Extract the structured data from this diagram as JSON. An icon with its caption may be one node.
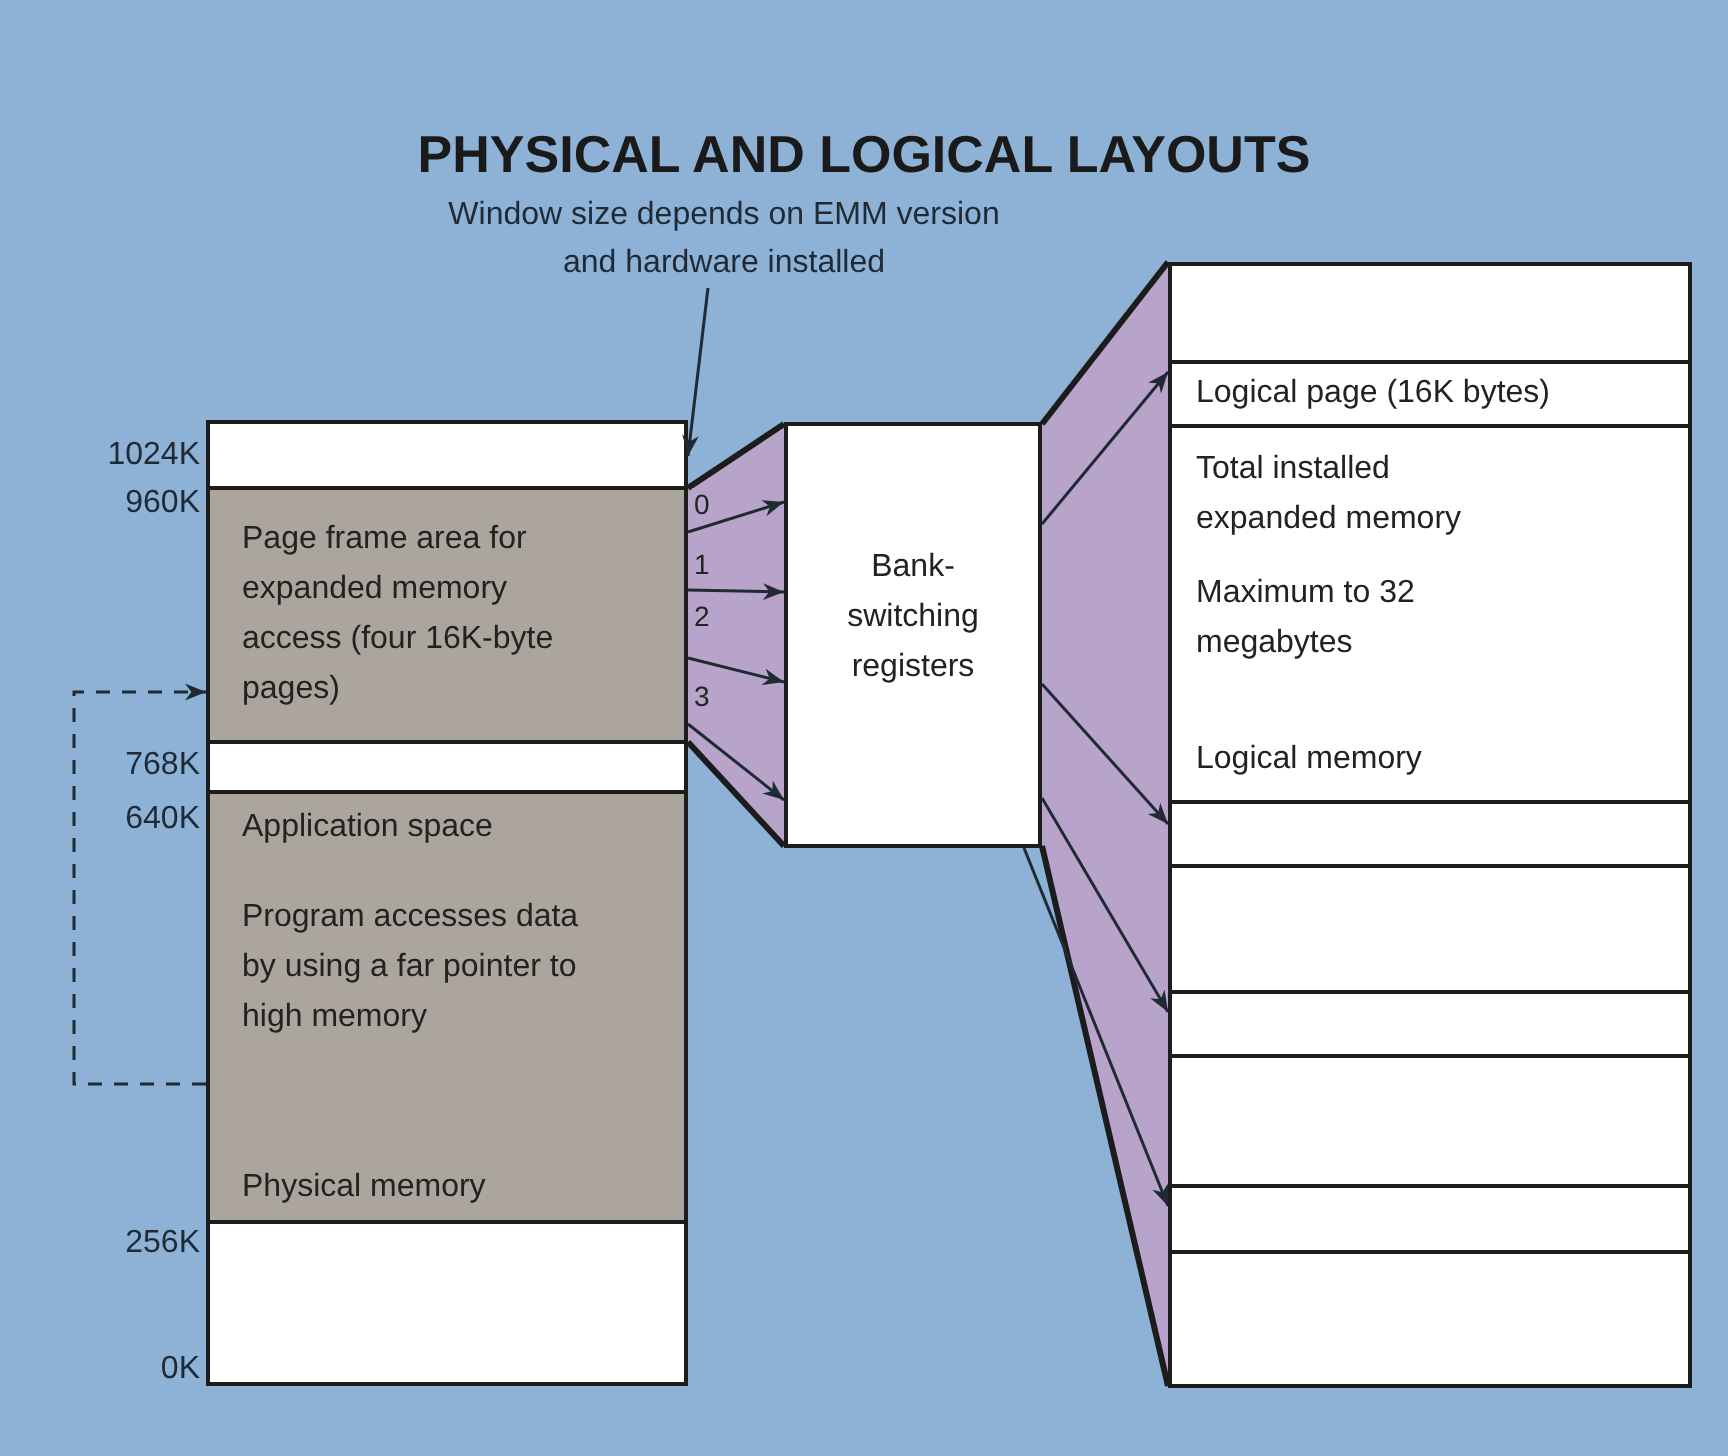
{
  "diagram": {
    "title": "PHYSICAL AND LOGICAL LAYOUTS",
    "nodes": [
      {
        "text": [
          "Window size depends on EMM version and hardware installed"
        ]
      },
      {
        "text": [],
        "shape": "box"
      },
      {
        "text": [
          "Page frame area for expanded memory access (four 16K-byte pages)"
        ]
      },
      {
        "text": [],
        "shape": "box"
      },
      {
        "text": [
          "Application space",
          "Program accesses data by using a far pointer to high memory",
          "Physical memory"
        ]
      },
      {
        "text": [],
        "shape": "box"
      },
      {
        "text": [
          "Bank-switching registers"
        ]
      },
      {
        "text": [],
        "shape": "box"
      },
      {
        "text": [
          "Logical page (16K bytes)"
        ]
      },
      {
        "text": [
          "Total installed expanded memory",
          "Maximum to 32 megabytes",
          "Logical memory"
        ]
      },
      {
        "text": [],
        "shape": "box"
      },
      {
        "text": [],
        "shape": "box"
      },
      {
        "text": [],
        "shape": "box"
      },
      {
        "text": [],
        "shape": "box"
      },
      {
        "text": [],
        "shape": "box"
      },
      {
        "text": [],
        "shape": "box"
      }
    ],
    "edges": [
      {
        "from": 0,
        "to": 1,
        "arrow": "to"
      },
      {
        "from": 2,
        "to": 6,
        "arrow": "to",
        "label": "0"
      },
      {
        "from": 2,
        "to": 6,
        "arrow": "to",
        "label": "1"
      },
      {
        "from": 2,
        "to": 6,
        "arrow": "to",
        "label": "2"
      },
      {
        "from": 2,
        "to": 6,
        "arrow": "to",
        "label": "3"
      },
      {
        "from": 6,
        "to": 8,
        "arrow": "to"
      },
      {
        "from": 6,
        "to": 10,
        "arrow": "to"
      },
      {
        "from": 6,
        "to": 12,
        "arrow": "to"
      },
      {
        "from": 6,
        "to": 14,
        "arrow": "to"
      },
      {
        "from": 4,
        "to": 2,
        "arrow": "to",
        "style": "dashed"
      }
    ],
    "labels": [
      "1024K",
      "960K",
      "768K",
      "640K",
      "256K",
      "0K"
    ]
  }
}
